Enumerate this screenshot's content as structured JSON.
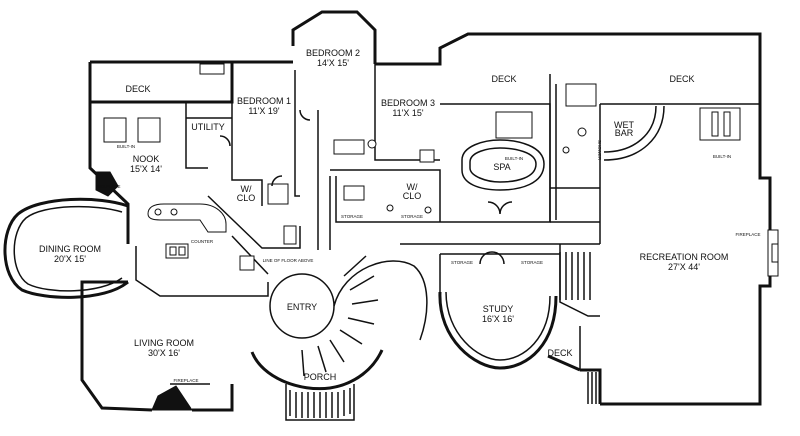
{
  "rooms": {
    "bedroom2": {
      "name": "BEDROOM 2",
      "size": "14'X 15'"
    },
    "bedroom1": {
      "name": "BEDROOM 1",
      "size": "11'X 19'"
    },
    "bedroom3": {
      "name": "BEDROOM 3",
      "size": "11'X 15'"
    },
    "nook": {
      "name": "NOOK",
      "size": "15'X 14'"
    },
    "dining": {
      "name": "DINING ROOM",
      "size": "20'X 15'"
    },
    "living": {
      "name": "LIVING ROOM",
      "size": "30'X 16'"
    },
    "recreation": {
      "name": "RECREATION ROOM",
      "size": "27'X 44'"
    },
    "study": {
      "name": "STUDY",
      "size": "16'X 16'"
    },
    "entry": {
      "name": "ENTRY"
    },
    "porch": {
      "name": "PORCH"
    },
    "spa": {
      "name": "SPA"
    },
    "utility": {
      "name": "UTILITY"
    },
    "wetbar": {
      "line1": "WET",
      "line2": "BAR"
    },
    "deck_left": {
      "name": "DECK"
    },
    "deck_mid": {
      "name": "DECK"
    },
    "deck_right": {
      "name": "DECK"
    },
    "deck_small": {
      "name": "DECK"
    },
    "wic_a": {
      "line1": "W/",
      "line2": "CLO"
    },
    "wic_b": {
      "line1": "W/",
      "line2": "CLO"
    }
  },
  "notes": {
    "fireplace_nook": "FIREPLACE",
    "fireplace_living": "FIREPLACE",
    "fireplace_rec": "FIREPLACE",
    "line_of_floor": "LINE OF FLOOR ABOVE",
    "counter": "COUNTER",
    "storage_1": "STORAGE",
    "storage_2": "STORAGE",
    "storage_3": "STORAGE",
    "storage_4": "STORAGE",
    "shower": "SHOWER",
    "built_in_1": "BUILT-IN",
    "built_in_2": "BUILT-IN",
    "built_in_3": "BUILT-IN"
  }
}
